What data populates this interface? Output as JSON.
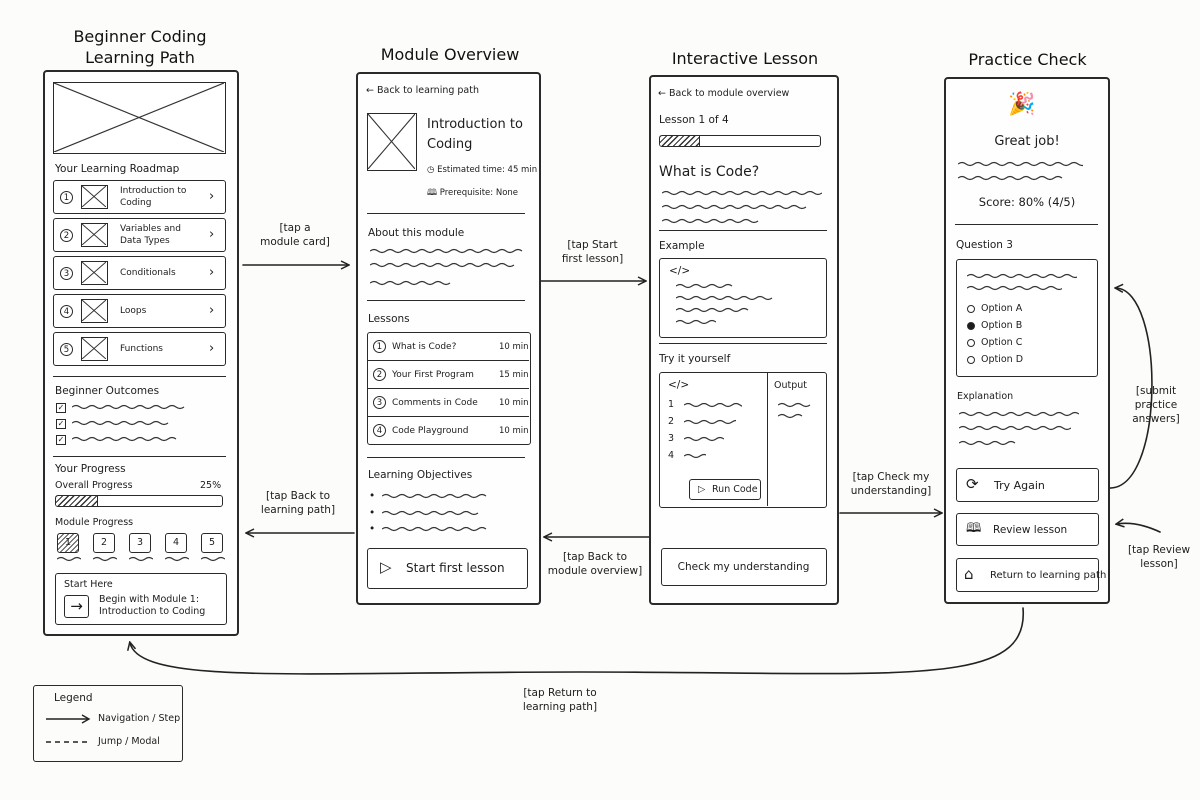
{
  "screens": {
    "learning_path": {
      "title": "Beginner Coding\nLearning Path",
      "roadmap_heading": "Your Learning Roadmap",
      "modules": [
        {
          "num": "1",
          "label": "Introduction to\nCoding"
        },
        {
          "num": "2",
          "label": "Variables and\nData Types"
        },
        {
          "num": "3",
          "label": "Conditionals"
        },
        {
          "num": "4",
          "label": "Loops"
        },
        {
          "num": "5",
          "label": "Functions"
        }
      ],
      "outcomes_heading": "Beginner Outcomes",
      "progress_heading": "Your Progress",
      "overall_label": "Overall Progress",
      "overall_value": "25%",
      "overall_fraction": 0.25,
      "module_progress_label": "Module Progress",
      "module_progress_nums": [
        "1",
        "2",
        "3",
        "4",
        "5"
      ],
      "start_here_heading": "Start Here",
      "start_here_text": "Begin with Module 1:\nIntroduction to Coding"
    },
    "module_overview": {
      "title": "Module Overview",
      "back_label": "Back to learning path",
      "module_title": "Introduction to\nCoding",
      "estimated_time": "Estimated time: 45 min",
      "prerequisite": "Prerequisite: None",
      "about_heading": "About this module",
      "lessons_heading": "Lessons",
      "lessons": [
        {
          "num": "1",
          "title": "What is Code?",
          "duration": "10 min"
        },
        {
          "num": "2",
          "title": "Your First Program",
          "duration": "15 min"
        },
        {
          "num": "3",
          "title": "Comments in Code",
          "duration": "10 min"
        },
        {
          "num": "4",
          "title": "Code Playground",
          "duration": "10 min"
        }
      ],
      "objectives_heading": "Learning Objectives",
      "start_button": "Start first lesson"
    },
    "interactive_lesson": {
      "title": "Interactive Lesson",
      "back_label": "Back to module overview",
      "lesson_counter": "Lesson 1 of 4",
      "lesson_progress_fraction": 0.25,
      "lesson_title": "What is Code?",
      "example_heading": "Example",
      "code_symbol": "</>",
      "try_heading": "Try it yourself",
      "line_numbers": [
        "1",
        "2",
        "3",
        "4"
      ],
      "output_label": "Output",
      "run_button": "Run Code",
      "check_button": "Check my understanding"
    },
    "practice_check": {
      "title": "Practice Check",
      "great_job": "Great job!",
      "score": "Score: 80% (4/5)",
      "question_heading": "Question 3",
      "options": [
        {
          "label": "Option A",
          "selected": false
        },
        {
          "label": "Option B",
          "selected": true
        },
        {
          "label": "Option C",
          "selected": false
        },
        {
          "label": "Option D",
          "selected": false
        }
      ],
      "explanation_heading": "Explanation",
      "try_again": "Try Again",
      "review_lesson": "Review lesson",
      "return_path": "Return to learning path"
    }
  },
  "annotations": {
    "tap_module_card": "[tap a\nmodule card]",
    "tap_start_first": "[tap Start\nfirst lesson]",
    "tap_back_path": "[tap Back to\nlearning path]",
    "tap_back_overview": "[tap Back to\nmodule overview]",
    "tap_check": "[tap Check my\nunderstanding]",
    "submit_practice": "[submit\npractice\nanswers]",
    "tap_review": "[tap Review\nlesson]",
    "tap_return": "[tap Return to\nlearning path]"
  },
  "legend": {
    "title": "Legend",
    "navigation": "Navigation / Step",
    "jump": "Jump / Modal"
  }
}
